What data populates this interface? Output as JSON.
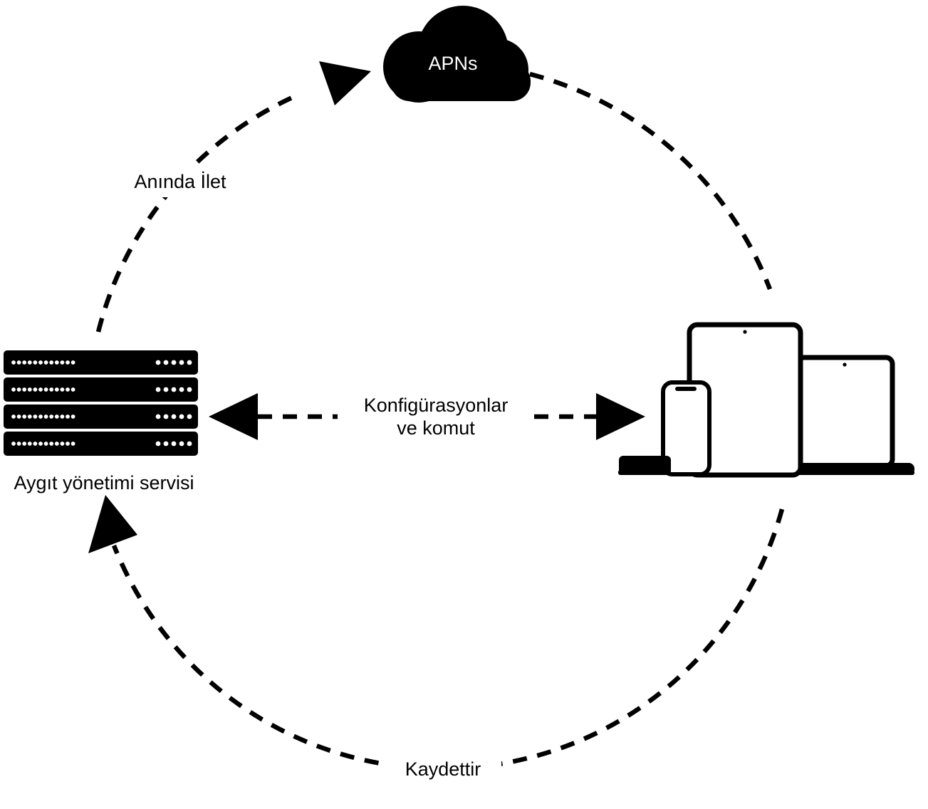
{
  "nodes": {
    "apns": {
      "label": "APNs"
    },
    "management_service": {
      "label": "Aygıt yönetimi servisi"
    },
    "devices": {
      "items": [
        "iphone",
        "ipad",
        "macbook",
        "apple-tv"
      ]
    }
  },
  "edges": {
    "push": {
      "label": "Anında İlet",
      "from": "management_service",
      "to": "apns"
    },
    "configurations": {
      "line1": "Konfigürasyonlar",
      "line2": "ve komut"
    },
    "enroll": {
      "label": "Kaydettir",
      "from": "devices",
      "to": "management_service"
    }
  },
  "colors": {
    "ink": "#000000",
    "background": "#ffffff"
  }
}
